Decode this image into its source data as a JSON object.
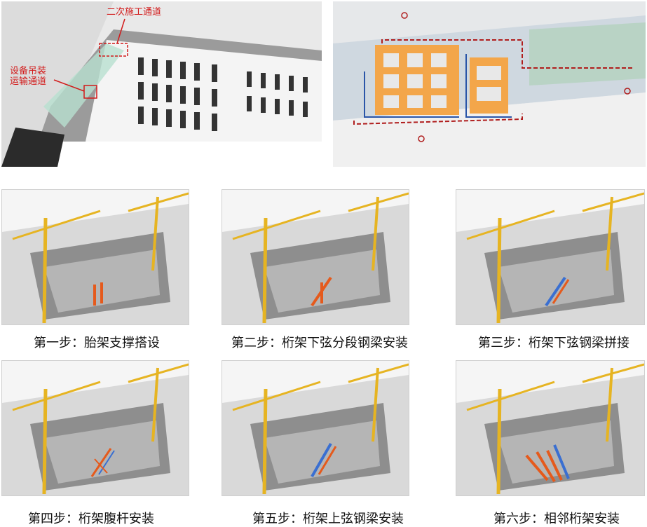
{
  "top_panels": {
    "left": {
      "callout_secondary": "二次施工通道",
      "callout_equipment_line1": "设备吊装",
      "callout_equipment_line2": "运输通道"
    },
    "right": {}
  },
  "steps": [
    {
      "caption": "第一步：胎架支撑搭设"
    },
    {
      "caption": "第二步：桁架下弦分段钢梁安装"
    },
    {
      "caption": "第三步：桁架下弦钢梁拼接"
    },
    {
      "caption": "第四步：桁架腹杆安装"
    },
    {
      "caption": "第五步：桁架上弦钢梁安装"
    },
    {
      "caption": "第六步：相邻桁架安装"
    }
  ],
  "colors": {
    "accent_red": "#d21a1a",
    "crane_yellow": "#e6b422",
    "steel_orange": "#e55a1c",
    "steel_blue": "#3a6fd1",
    "highlight_orange": "#f3a64a"
  }
}
